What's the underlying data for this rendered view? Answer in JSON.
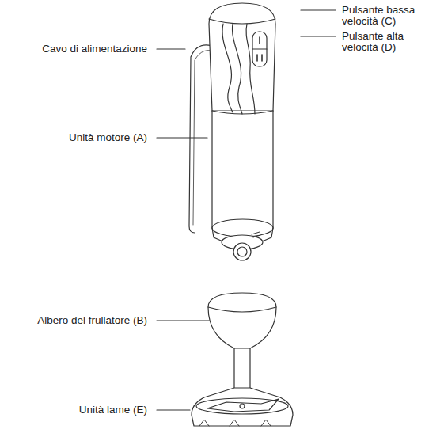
{
  "diagram": {
    "labels": [
      "Cavo di alimentazione",
      "Pulsante bassa velocità (C)",
      "Pulsante alta velocità (D)",
      "Unità motore (A)",
      "Albero del frullatore (B)",
      "Unità lame (E)"
    ]
  }
}
